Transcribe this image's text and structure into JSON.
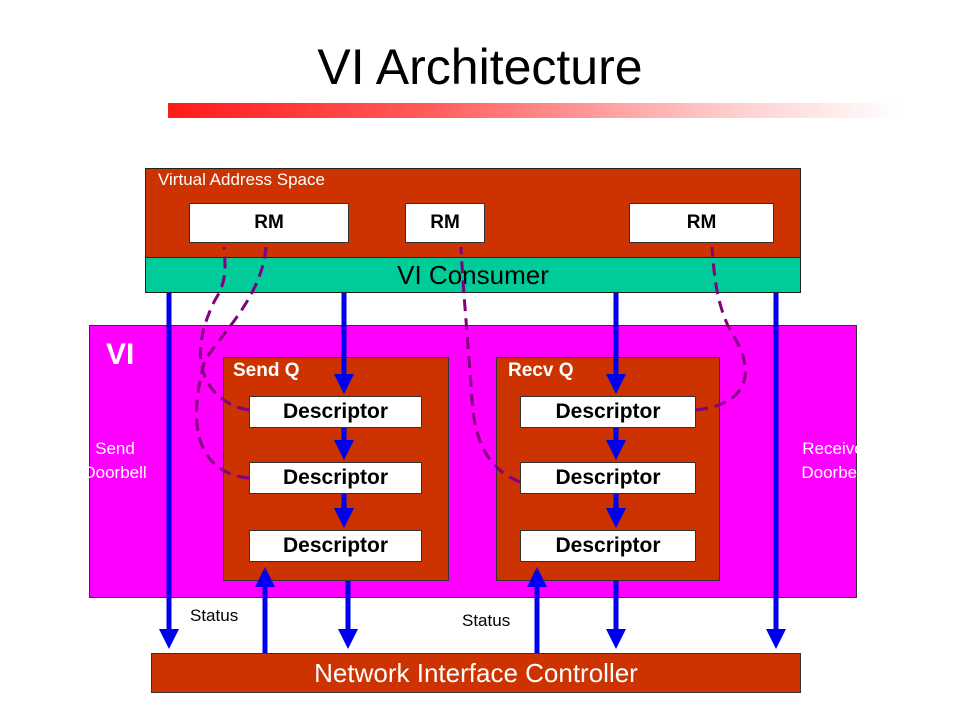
{
  "title": "VI Architecture",
  "virtual_address_space": {
    "label": "Virtual Address Space",
    "regions": [
      "RM",
      "RM",
      "RM"
    ]
  },
  "consumer_label": "VI Consumer",
  "vi_label": "VI",
  "send_queue": {
    "label": "Send Q",
    "descriptors": [
      "Descriptor",
      "Descriptor",
      "Descriptor"
    ]
  },
  "recv_queue": {
    "label": "Recv Q",
    "descriptors": [
      "Descriptor",
      "Descriptor",
      "Descriptor"
    ]
  },
  "send_doorbell": "Send Doorbell",
  "receive_doorbell": "Receive Doorbell",
  "status_labels": [
    "Status",
    "Status"
  ],
  "nic_label": "Network Interface Controller",
  "colors": {
    "title_bar": "#ff1a1a",
    "address_space": "#cc3300",
    "consumer": "#00cc99",
    "vi": "#ff00ff",
    "queue": "#cc3300",
    "nic": "#cc3300",
    "arrow": "#0000ee",
    "dashed_link": "#800080"
  }
}
